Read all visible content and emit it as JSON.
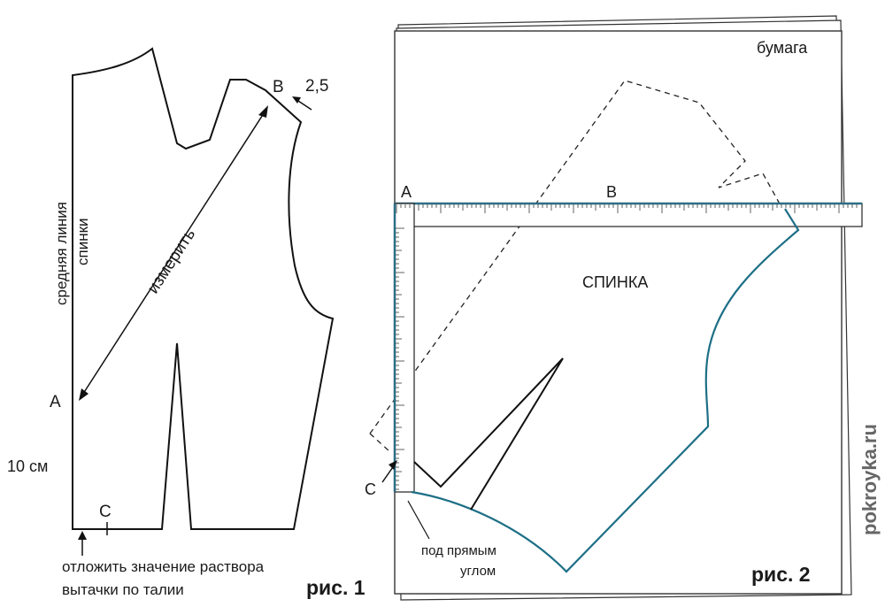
{
  "figure1": {
    "caption": "рис. 1",
    "center_line_label": [
      "средняя линия",
      "спинки"
    ],
    "measure_label": "измерить",
    "point_a": "A",
    "point_b": "B",
    "point_b_value": "2,5",
    "point_c": "C",
    "offset_label": "10 см",
    "note_lines": [
      "отложить значение раствора",
      "вытачки по талии"
    ]
  },
  "figure2": {
    "caption": "рис. 2",
    "paper_label": "бумага",
    "piece_label": "СПИНКА",
    "point_a": "A",
    "point_b": "B",
    "point_c": "C",
    "angle_note_lines": [
      "под прямым",
      "углом"
    ]
  },
  "watermark": "pokroyka.ru",
  "colors": {
    "line": "#111111",
    "piece_outline": "#1d6f86",
    "ruler_edge": "#2d6e86"
  }
}
